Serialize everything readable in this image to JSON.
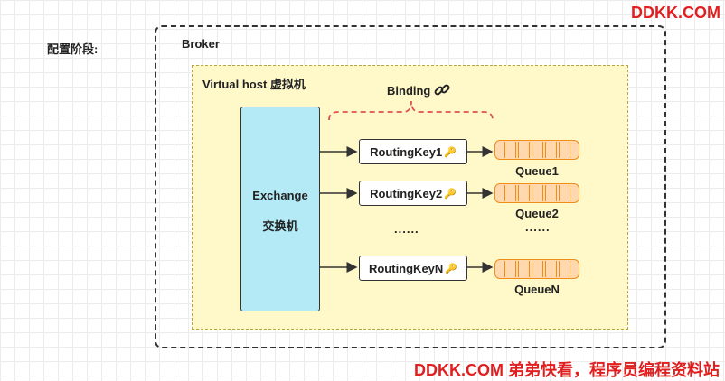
{
  "stage_label": "配置阶段:",
  "broker": {
    "label": "Broker"
  },
  "vhost": {
    "label": "Virtual host 虚拟机"
  },
  "binding": {
    "label": "Binding",
    "icon": "link-icon"
  },
  "exchange": {
    "name": "Exchange",
    "name_cn": "交换机"
  },
  "routing_keys": [
    {
      "label": "RoutingKey1",
      "icon": "key-icon"
    },
    {
      "label": "RoutingKey2",
      "icon": "key-icon"
    },
    {
      "label": "RoutingKeyN",
      "icon": "key-icon"
    }
  ],
  "queues": [
    {
      "label": "Queue1"
    },
    {
      "label": "Queue2"
    },
    {
      "label": "QueueN"
    }
  ],
  "ellipsis": {
    "routing": "......",
    "queue": "......"
  },
  "watermark": {
    "top": "DDKK.COM",
    "bottom": "DDKK.COM 弟弟快看，程序员编程资料站"
  },
  "colors": {
    "exchange_fill": "#b3eaf5",
    "vhost_fill": "#fff8c9",
    "queue_fill": "#ffd9ad",
    "queue_border": "#f08c1a",
    "binding_brace": "#e05050",
    "watermark": "#e02020"
  }
}
